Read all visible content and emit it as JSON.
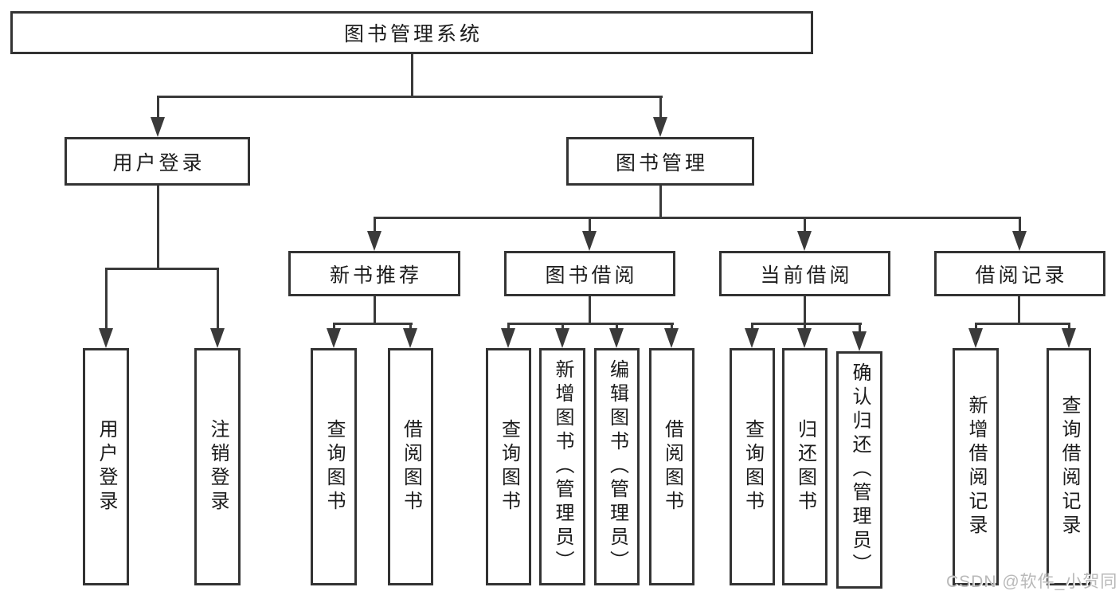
{
  "tree": {
    "root": "图书管理系统",
    "level2": {
      "user_login": "用户登录",
      "book_mgmt": "图书管理"
    },
    "level3": {
      "new_book": "新书推荐",
      "book_borrow": "图书借阅",
      "current_borrow": "当前借阅",
      "borrow_records": "借阅记录"
    },
    "leaves": {
      "user_login": [
        "用户登录",
        "注销登录"
      ],
      "new_book": [
        "查询图书",
        "借阅图书"
      ],
      "book_borrow": [
        "查询图书",
        "新增图书（管理员）",
        "编辑图书（管理员）",
        "借阅图书"
      ],
      "current_borrow": [
        "查询图书",
        "归还图书",
        "确认归还（管理员）"
      ],
      "borrow_records": [
        "新增借阅记录",
        "查询借阅记录"
      ]
    }
  },
  "watermark": "CSDN @软件_小贺同学",
  "colors": {
    "line": "#3a3a3a",
    "border": "#333333",
    "text": "#1c1c1c",
    "background": "#ffffff",
    "watermark": "#b9b9b9"
  }
}
